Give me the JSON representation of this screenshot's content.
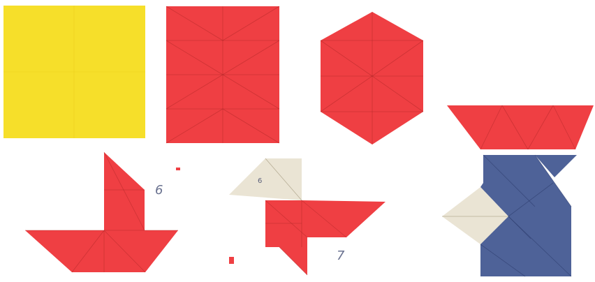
{
  "colors": {
    "background": "#ffffff",
    "yellow_paper": "#f6df2a",
    "red_paper": "#ef3f43",
    "red_dark": "#d93236",
    "cream_paper": "#eae4d4",
    "blue_paper": "#4e6298"
  },
  "annotations": {
    "step6": "6",
    "step7": "7",
    "marker6": "6"
  }
}
